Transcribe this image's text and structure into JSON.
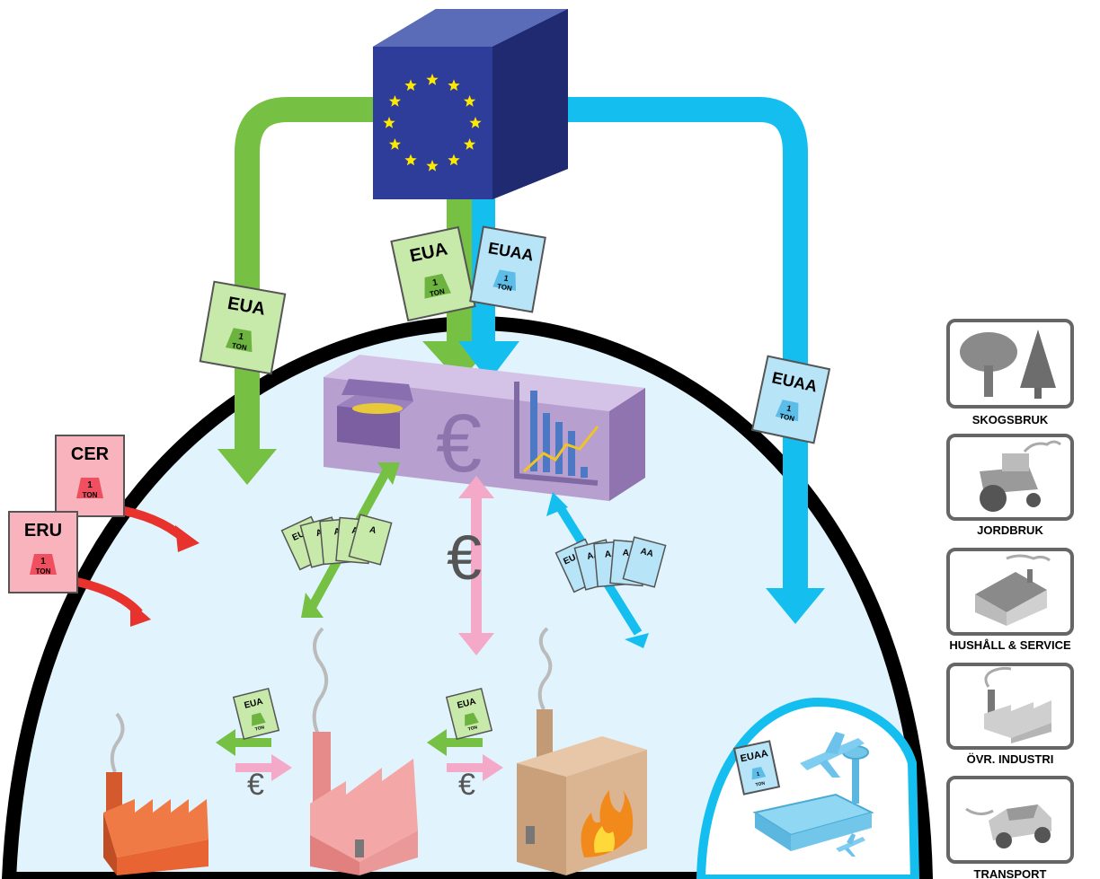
{
  "eu_block": {
    "stars": 12
  },
  "certificates": {
    "eua": {
      "code": "EUA",
      "unit_qty": "1",
      "unit": "TON"
    },
    "euaa": {
      "code": "EUAA",
      "unit_qty": "1",
      "unit": "TON"
    },
    "cer": {
      "code": "CER",
      "unit_qty": "1",
      "unit": "TON"
    },
    "eru": {
      "code": "ERU",
      "unit_qty": "1",
      "unit": "TON"
    }
  },
  "currency_symbol": "€",
  "fan_fragments": {
    "eua": [
      "EUA",
      "A",
      "A",
      "A",
      "A"
    ],
    "euaa": [
      "EUAA",
      "AA",
      "AA",
      "AA",
      "AA"
    ]
  },
  "sectors": [
    {
      "label": "SKOGSBRUK",
      "icon": "forest-icon"
    },
    {
      "label": "JORDBRUK",
      "icon": "tractor-icon"
    },
    {
      "label": "HUSHÅLL & SERVICE",
      "icon": "house-icon"
    },
    {
      "label": "ÖVR. INDUSTRI",
      "icon": "factory-icon"
    },
    {
      "label": "TRANSPORT",
      "icon": "car-icon"
    }
  ],
  "colors": {
    "green": "#76c043",
    "cyan": "#14bff0",
    "pink": "#f4a9c8",
    "red": "#e8322e",
    "eu_blue": "#2b3990",
    "star": "#ffe800",
    "dome_fill": "#e1f3fc",
    "market_box": "#b79fcf"
  }
}
